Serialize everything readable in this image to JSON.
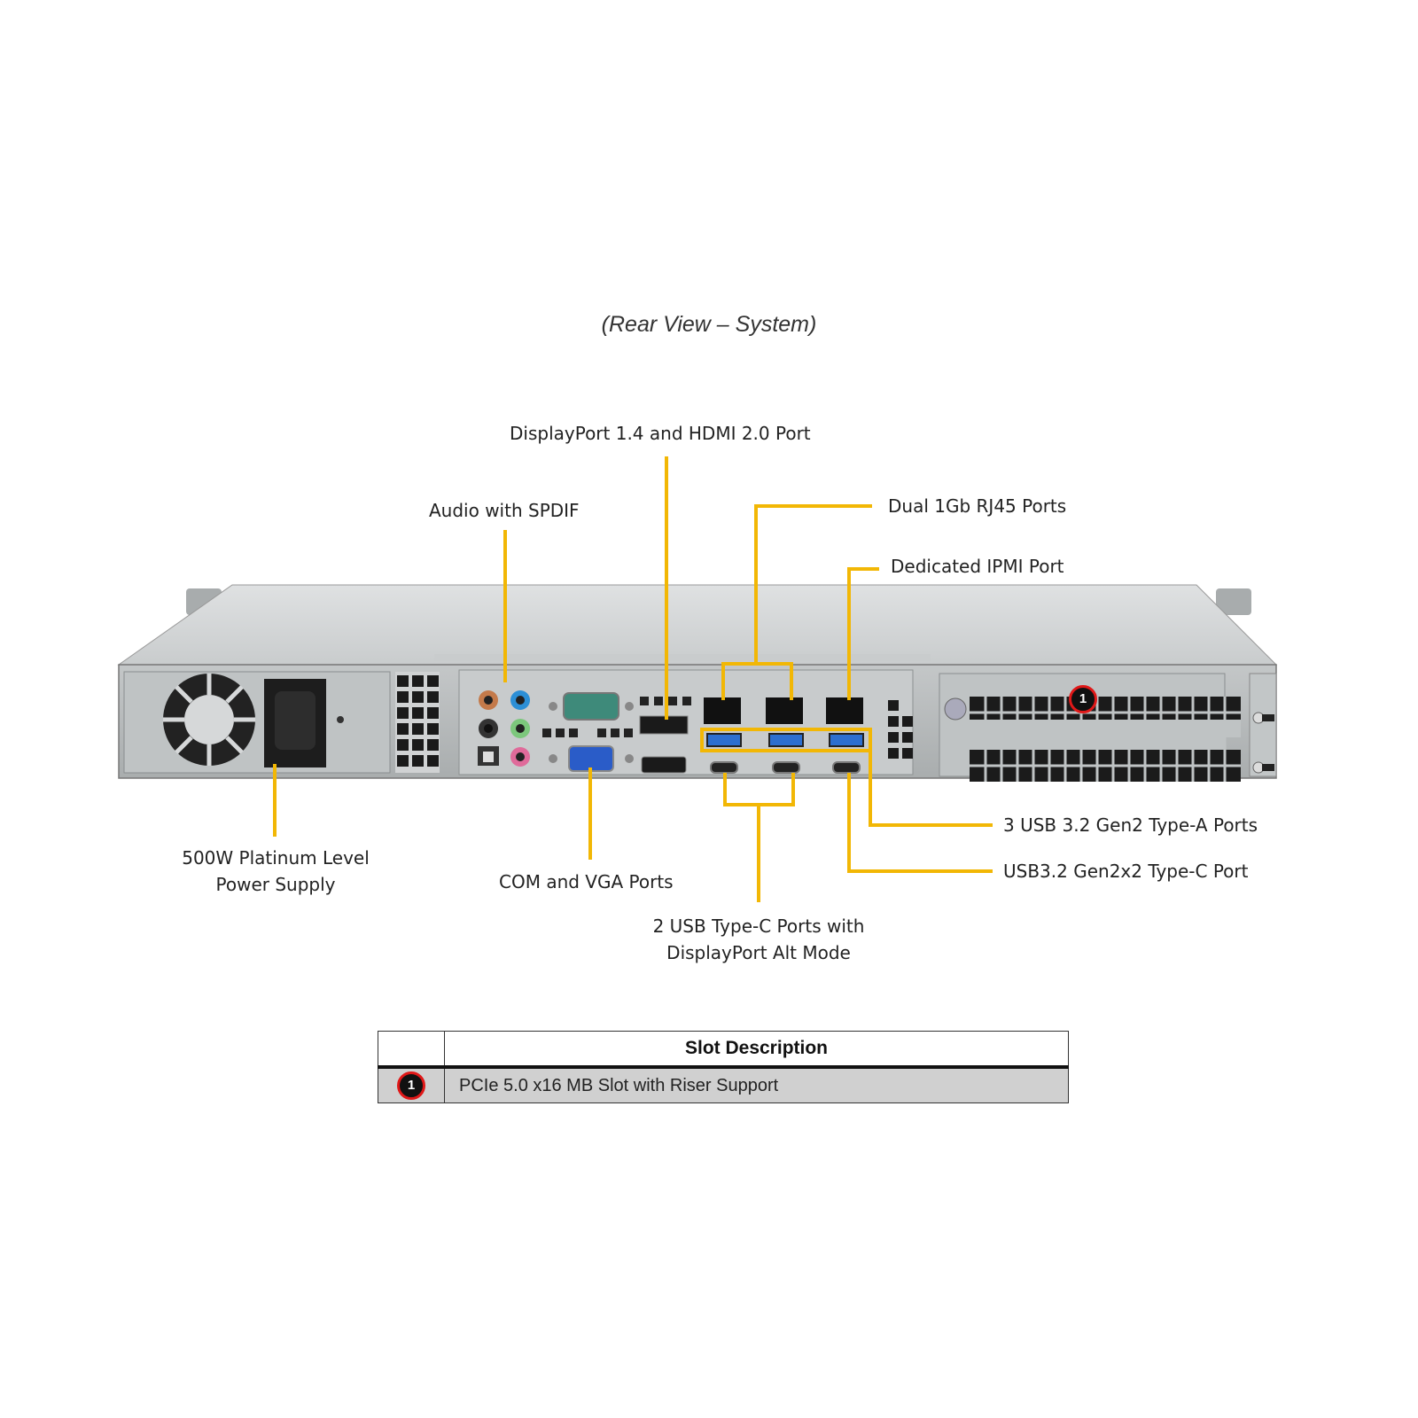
{
  "caption": "(Rear View – System)",
  "callouts": {
    "displayport_hdmi": "DisplayPort 1.4 and HDMI 2.0 Port",
    "audio": "Audio with SPDIF",
    "dual_rj45": "Dual 1Gb RJ45 Ports",
    "ipmi": "Dedicated IPMI Port",
    "usb_type_a": "3 USB 3.2 Gen2 Type-A Ports",
    "usb_type_c_gen2x2": "USB3.2 Gen2x2 Type-C Port",
    "psu_line1": "500W Platinum Level",
    "psu_line2": "Power Supply",
    "com_vga": "COM and VGA Ports",
    "usb_c_dp_line1": "2 USB Type-C Ports with",
    "usb_c_dp_line2": "DisplayPort Alt Mode"
  },
  "slot_marker": "1",
  "colors": {
    "callout_line": "#f2b705",
    "badge_ring": "#e01818",
    "chassis": "#b9bdbf"
  },
  "slot_table": {
    "header_blank": "",
    "header": "Slot Description",
    "rows": [
      {
        "number": "1",
        "description": "PCIe 5.0 x16 MB Slot with Riser Support"
      }
    ]
  }
}
